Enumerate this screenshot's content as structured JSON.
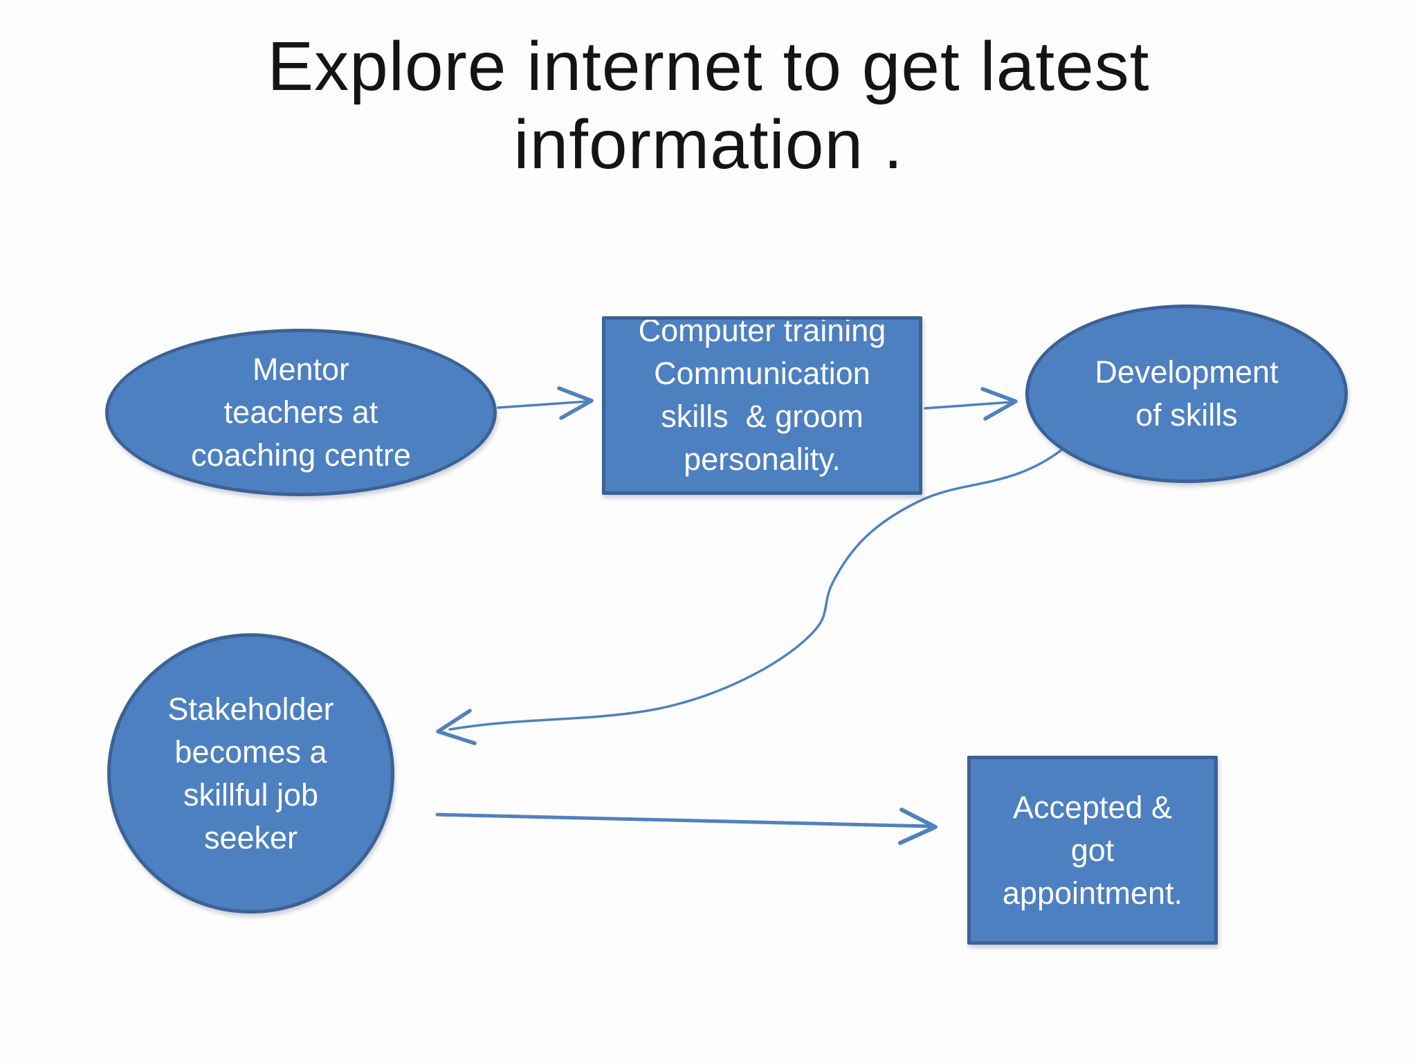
{
  "slide": {
    "title_line1": "Explore internet to get latest",
    "title_line2": "information ."
  },
  "colors": {
    "slide_bg": "#fdfdfd",
    "title_text": "#141414",
    "shape_fill": "#4d80c0",
    "shape_border": "#3c6295",
    "shape_text": "#ffffff",
    "connector": "#4f81bd"
  },
  "shapes": {
    "mentor": {
      "type": "ellipse",
      "lines": [
        "Mentor",
        "teachers at",
        "coaching centre"
      ]
    },
    "training": {
      "type": "rectangle",
      "lines": [
        "Computer training",
        "Communication",
        "skills  & groom",
        "personality."
      ]
    },
    "development": {
      "type": "ellipse",
      "lines": [
        "Development",
        "of skills"
      ]
    },
    "stakeholder": {
      "type": "circle",
      "lines": [
        "Stakeholder",
        "becomes a",
        "skillful job",
        "seeker"
      ]
    },
    "accepted": {
      "type": "rectangle",
      "lines": [
        "Accepted &",
        "got",
        "appointment."
      ]
    }
  },
  "connectors": [
    {
      "from": "mentor",
      "to": "training",
      "style": "straight-arrow"
    },
    {
      "from": "training",
      "to": "development",
      "style": "straight-arrow"
    },
    {
      "from": "development",
      "to": "stakeholder",
      "style": "s-curve-arrow"
    },
    {
      "from": "stakeholder",
      "to": "accepted",
      "style": "straight-arrow"
    }
  ]
}
